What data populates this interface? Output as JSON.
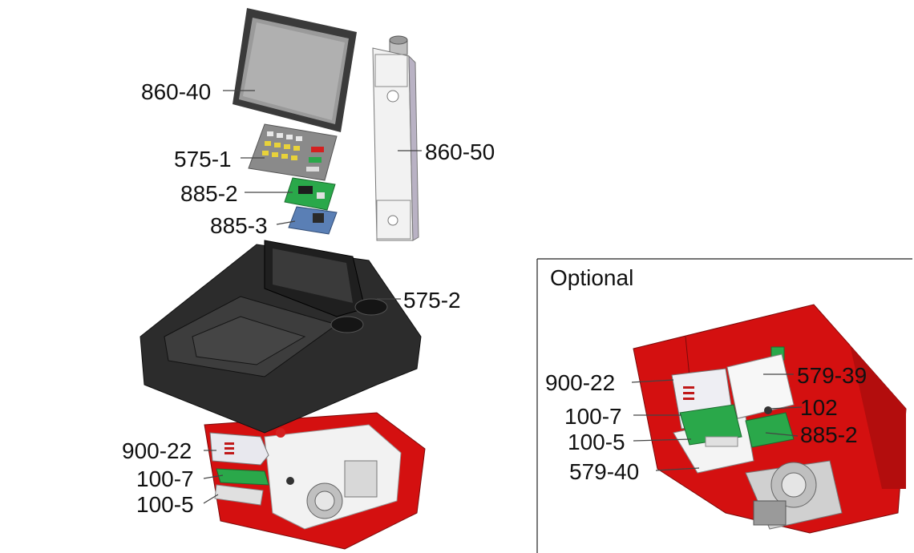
{
  "main_view": {
    "labels": {
      "monitor": "860-40",
      "column": "860-50",
      "keypad": "575-1",
      "keypad_board": "885-2",
      "interface_board": "885-3",
      "console": "575-2",
      "power_box": "900-22",
      "board_a": "100-7",
      "board_b": "100-5"
    }
  },
  "optional_view": {
    "title": "Optional",
    "labels": {
      "power_box": "900-22",
      "cover_box": "579-39",
      "board_a": "100-7",
      "relay": "102",
      "board_b": "100-5",
      "board_c": "885-2",
      "plate": "579-40"
    }
  },
  "colors": {
    "body_red": "#d41010",
    "board_green": "#2aa84a",
    "board_blue": "#5a7fb5",
    "console_dark": "#2c2c2c"
  }
}
